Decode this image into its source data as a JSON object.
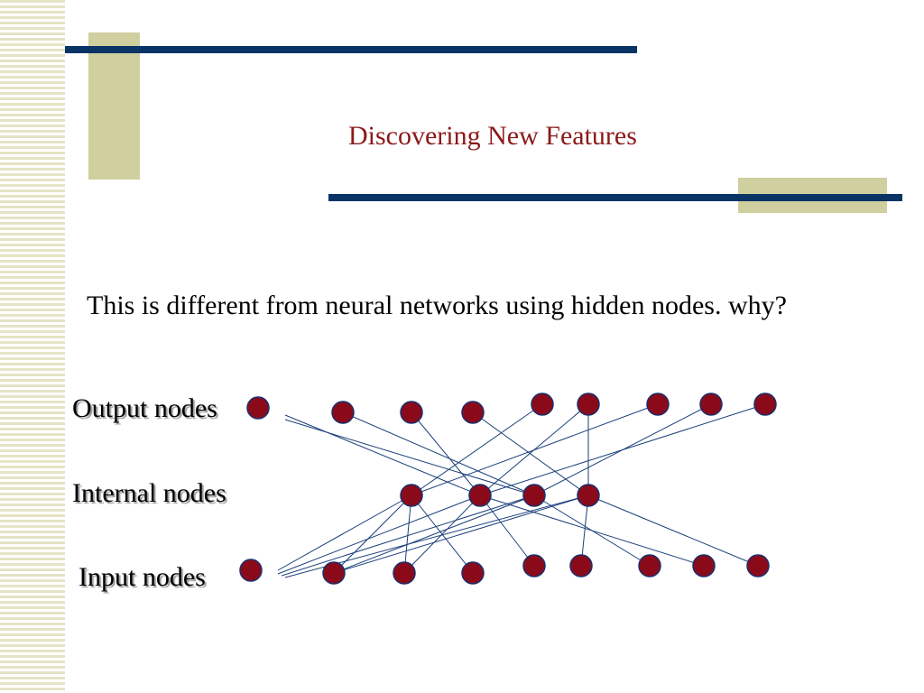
{
  "slide": {
    "title": "Discovering New Features",
    "body_text": "This is different from neural networks using hidden nodes. why?"
  },
  "labels": {
    "output": "Output nodes",
    "internal": "Internal nodes",
    "input": "Input nodes"
  },
  "colors": {
    "title": "#8b1a1a",
    "node_fill": "#8b0a1a",
    "node_stroke": "#1a2f6e",
    "edge": "#1a3f7a",
    "navy_bar": "#0a3466",
    "khaki": "#cfcf9f"
  }
}
